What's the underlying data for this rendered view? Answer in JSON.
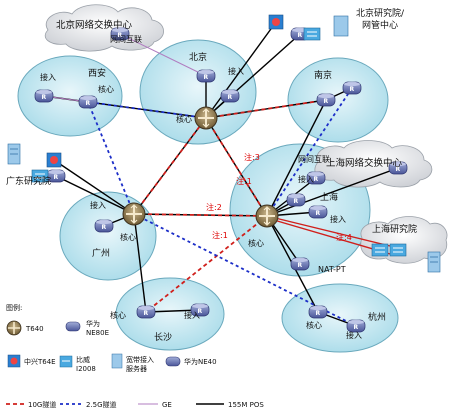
{
  "labels": {
    "beijing_exchange": "北京网络交换中心",
    "internet_interconnect": "网间互联",
    "beijing": "北京",
    "access": "接入",
    "core": "核心",
    "beijing_institute_1": "北京研究院/",
    "beijing_institute_2": "网管中心",
    "xian": "西安",
    "nanjing": "南京",
    "guangdong_institute": "广东研究院",
    "guangzhou": "广州",
    "shanghai_exchange": "上海网络交换中心",
    "shanghai": "上海",
    "nat_pt": "NAT-PT",
    "shanghai_institute": "上海研究院",
    "changsha": "长沙",
    "hangzhou": "杭州"
  },
  "notes": {
    "n1": "注:1",
    "n2": "注:2",
    "n3": "注:3",
    "n4": "注:4"
  },
  "legend": {
    "title": "图例:",
    "t640": "T640",
    "huawei": "华为",
    "ne80e": "NE80E",
    "zte": "中兴T64E",
    "t64e": "",
    "bitway": "比威",
    "i2008": "I2008",
    "broadband_1": "宽带接入",
    "broadband_2": "服务器",
    "huawei_ne40": "华为NE40",
    "tunnel_10g": "10G隧道",
    "tunnel_25g": "2.5G隧道",
    "ge": "GE",
    "pos155": "155M POS"
  },
  "icons": {
    "core_router": "t640-core-router-icon",
    "access_router": "ne-router-icon",
    "zte_router": "zte-t64e-icon",
    "bitway_switch": "bitway-i2008-icon",
    "server": "broadband-server-icon"
  },
  "colors": {
    "tunnel_10g": "#d0201c",
    "tunnel_25g": "#1c2ec8",
    "ge": "#b07cc0",
    "pos": "#000000",
    "region_fill": "#a8dbe9"
  }
}
